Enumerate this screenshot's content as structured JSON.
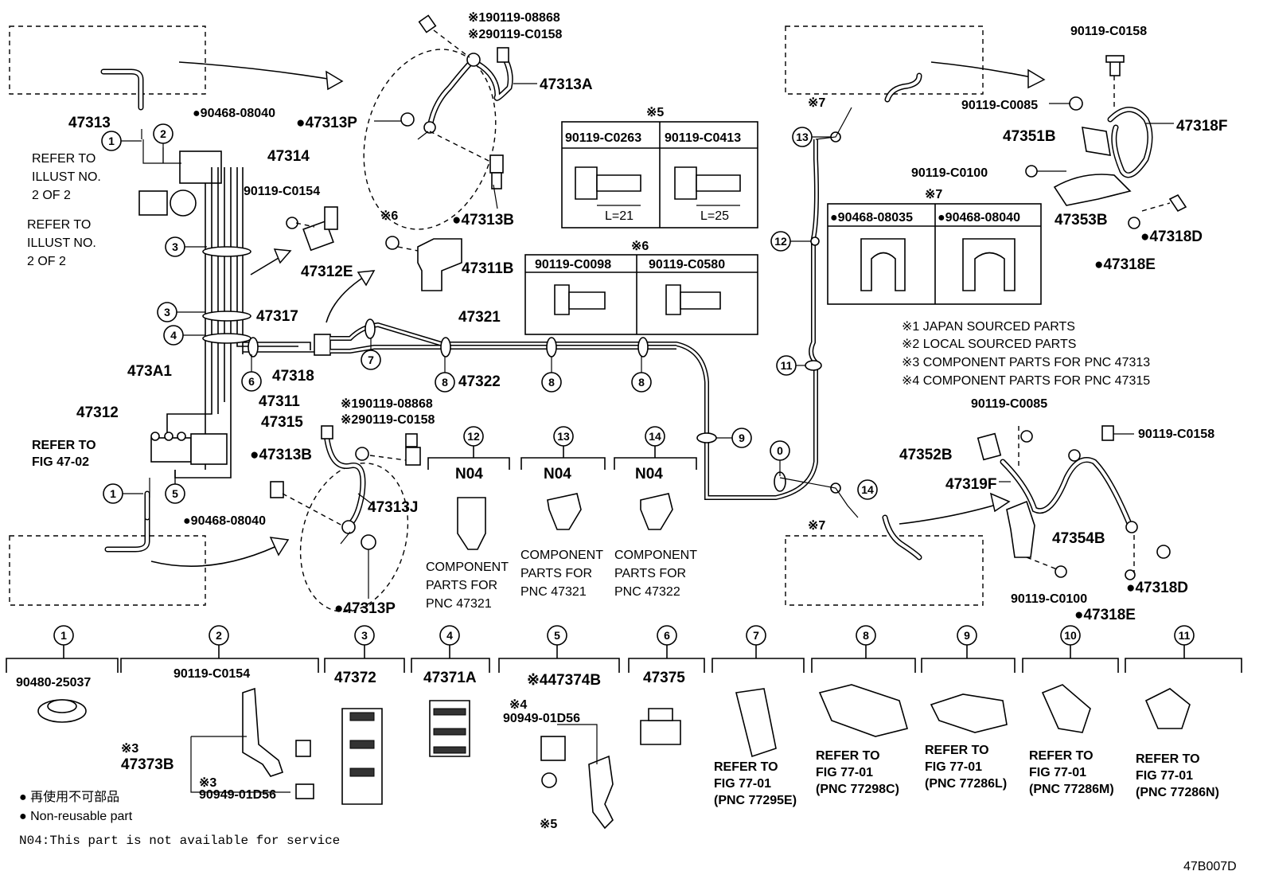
{
  "diagram": {
    "code": "47B007D",
    "labels": {
      "p47313": "47313",
      "p90468_08040_top": "●90468-08040",
      "p47313P_top": "●47313P",
      "p47314": "47314",
      "refer_illust_1": "REFER TO",
      "refer_illust_1b": "ILLUST NO.",
      "refer_illust_1c": "2 OF 2",
      "refer_illust_2": "REFER TO",
      "refer_illust_2b": "ILLUST NO.",
      "refer_illust_2c": "2 OF 2",
      "p90119_C0154": "90119-C0154",
      "p47312E": "47312E",
      "p47311B": "47311B",
      "p47317": "47317",
      "p47318": "47318",
      "p473A1": "473A1",
      "p47311": "47311",
      "p47312": "47312",
      "p47315": "47315",
      "refer_fig_a": "REFER TO",
      "refer_fig_b": "FIG 47-02",
      "p47321": "47321",
      "p47322": "47322",
      "p90468_08040_bot": "●90468-08040",
      "p47313B_bot": "●47313B",
      "p47313J": "47313J",
      "p47313P_bot": "●47313P",
      "top_kome1": "※190119-08868",
      "top_kome2": "※290119-C0158",
      "mid_kome1": "※190119-08868",
      "mid_kome2": "※290119-C0158",
      "p47313A": "47313A",
      "p47313B_top": "●47313B",
      "kome6_small": "※6",
      "r_90119_C0158_top": "90119-C0158",
      "r_90119_C0085_top": "90119-C0085",
      "r_47318F": "47318F",
      "r_47351B": "47351B",
      "r_90119_C0100_top": "90119-C0100",
      "r_47353B": "47353B",
      "r_47318D_top": "●47318D",
      "r_47318E_top": "●47318E",
      "r_kome7_top": "※7",
      "r_kome7_bot": "※7",
      "r_90119_C0085_bot": "90119-C0085",
      "r_90119_C0158_bot": "90119-C0158",
      "r_47352B": "47352B",
      "r_47319F": "47319F",
      "r_47354B": "47354B",
      "r_90119_C0100_bot": "90119-C0100",
      "r_47318D_bot": "●47318D",
      "r_47318E_bot": "●47318E"
    },
    "box5": {
      "title": "※5",
      "col1": "90119-C0263",
      "col2": "90119-C0413",
      "dim1": "L=21",
      "dim2": "L=25"
    },
    "box6": {
      "title": "※6",
      "col1": "90119-C0098",
      "col2": "90119-C0580"
    },
    "box7": {
      "title": "※7",
      "col1": "●90468-08035",
      "col2": "●90468-08040"
    },
    "legend": [
      "※1 JAPAN SOURCED PARTS",
      "※2 LOCAL SOURCED PARTS",
      "※3 COMPONENT PARTS FOR PNC 47313",
      "※4 COMPONENT PARTS FOR PNC 47315"
    ],
    "n04": [
      {
        "num": "12",
        "code": "N04",
        "text": [
          "COMPONENT",
          "PARTS FOR",
          "PNC 47321"
        ]
      },
      {
        "num": "13",
        "code": "N04",
        "text": [
          "COMPONENT",
          "PARTS FOR",
          "PNC 47321"
        ]
      },
      {
        "num": "14",
        "code": "N04",
        "text": [
          "COMPONENT",
          "PARTS FOR",
          "PNC 47322"
        ]
      }
    ],
    "bottom": [
      {
        "num": "1",
        "pn": "90480-25037"
      },
      {
        "num": "2",
        "pn": "90119-C0154",
        "sub1": "※3",
        "sub2": "47373B",
        "sub3": "※3",
        "sub4": "90949-01D56"
      },
      {
        "num": "3",
        "pn": "47372"
      },
      {
        "num": "4",
        "pn": "47371A"
      },
      {
        "num": "5",
        "pn": "※447374B",
        "sub1": "※4",
        "sub2": "90949-01D56",
        "sub3": "※5"
      },
      {
        "num": "6",
        "pn": "47375"
      },
      {
        "num": "7",
        "ref": [
          "REFER TO",
          "FIG 77-01",
          "(PNC 77295E)"
        ]
      },
      {
        "num": "8",
        "ref": [
          "REFER TO",
          "FIG 77-01",
          "(PNC 77298C)"
        ]
      },
      {
        "num": "9",
        "ref": [
          "REFER TO",
          "FIG 77-01",
          "(PNC 77286L)"
        ]
      },
      {
        "num": "10",
        "ref": [
          "REFER TO",
          "FIG 77-01",
          "(PNC 77286M)"
        ]
      },
      {
        "num": "11",
        "ref": [
          "REFER TO",
          "FIG 77-01",
          "(PNC 77286N)"
        ]
      }
    ],
    "footnotes": {
      "jp": "● 再使用不可部品",
      "en": "● Non-reusable part",
      "n04": "N04:This part is not available for service"
    },
    "callouts": {
      "c1a": "1",
      "c2": "2",
      "c3a": "3",
      "c3b": "3",
      "c4": "4",
      "c6": "6",
      "c7": "7",
      "c8a": "8",
      "c8b": "8",
      "c8c": "8",
      "c9": "9",
      "c0": "0",
      "c11": "11",
      "c12": "12",
      "c13": "13",
      "c14": "14",
      "c1b": "1",
      "c5": "5"
    }
  }
}
